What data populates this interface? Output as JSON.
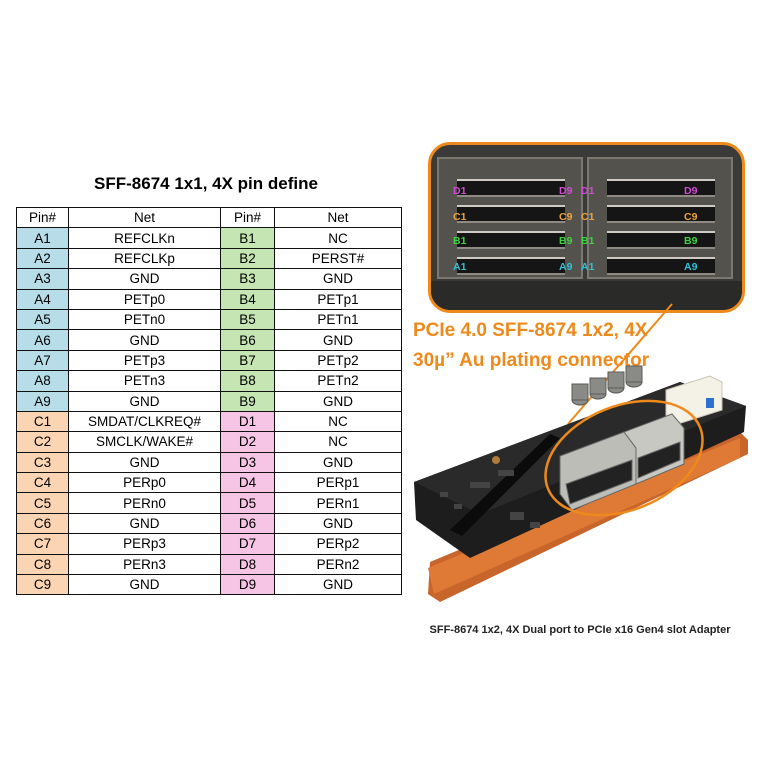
{
  "table": {
    "title": "SFF-8674 1x1, 4X pin define",
    "headers": [
      "Pin#",
      "Net",
      "Pin#",
      "Net"
    ],
    "rows": [
      {
        "pin_left": "A1",
        "net_left": "REFCLKn",
        "pin_right": "B1",
        "net_right": "NC",
        "group_left": "a",
        "group_right": "b"
      },
      {
        "pin_left": "A2",
        "net_left": "REFCLKp",
        "pin_right": "B2",
        "net_right": "PERST#",
        "group_left": "a",
        "group_right": "b"
      },
      {
        "pin_left": "A3",
        "net_left": "GND",
        "pin_right": "B3",
        "net_right": "GND",
        "group_left": "a",
        "group_right": "b"
      },
      {
        "pin_left": "A4",
        "net_left": "PETp0",
        "pin_right": "B4",
        "net_right": "PETp1",
        "group_left": "a",
        "group_right": "b"
      },
      {
        "pin_left": "A5",
        "net_left": "PETn0",
        "pin_right": "B5",
        "net_right": "PETn1",
        "group_left": "a",
        "group_right": "b"
      },
      {
        "pin_left": "A6",
        "net_left": "GND",
        "pin_right": "B6",
        "net_right": "GND",
        "group_left": "a",
        "group_right": "b"
      },
      {
        "pin_left": "A7",
        "net_left": "PETp3",
        "pin_right": "B7",
        "net_right": "PETp2",
        "group_left": "a",
        "group_right": "b"
      },
      {
        "pin_left": "A8",
        "net_left": "PETn3",
        "pin_right": "B8",
        "net_right": "PETn2",
        "group_left": "a",
        "group_right": "b"
      },
      {
        "pin_left": "A9",
        "net_left": "GND",
        "pin_right": "B9",
        "net_right": "GND",
        "group_left": "a",
        "group_right": "b"
      },
      {
        "pin_left": "C1",
        "net_left": "SMDAT/CLKREQ#",
        "pin_right": "D1",
        "net_right": "NC",
        "group_left": "c",
        "group_right": "d"
      },
      {
        "pin_left": "C2",
        "net_left": "SMCLK/WAKE#",
        "pin_right": "D2",
        "net_right": "NC",
        "group_left": "c",
        "group_right": "d"
      },
      {
        "pin_left": "C3",
        "net_left": "GND",
        "pin_right": "D3",
        "net_right": "GND",
        "group_left": "c",
        "group_right": "d"
      },
      {
        "pin_left": "C4",
        "net_left": "PERp0",
        "pin_right": "D4",
        "net_right": "PERp1",
        "group_left": "c",
        "group_right": "d"
      },
      {
        "pin_left": "C5",
        "net_left": "PERn0",
        "pin_right": "D5",
        "net_right": "PERn1",
        "group_left": "c",
        "group_right": "d"
      },
      {
        "pin_left": "C6",
        "net_left": "GND",
        "pin_right": "D6",
        "net_right": "GND",
        "group_left": "c",
        "group_right": "d"
      },
      {
        "pin_left": "C7",
        "net_left": "PERp3",
        "pin_right": "D7",
        "net_right": "PERp2",
        "group_left": "c",
        "group_right": "d"
      },
      {
        "pin_left": "C8",
        "net_left": "PERn3",
        "pin_right": "D8",
        "net_right": "PERn2",
        "group_left": "c",
        "group_right": "d"
      },
      {
        "pin_left": "C9",
        "net_left": "GND",
        "pin_right": "D9",
        "net_right": "GND",
        "group_left": "c",
        "group_right": "d"
      }
    ]
  },
  "connector_zoom": {
    "row_labels": [
      {
        "text": "D1",
        "group": "d"
      },
      {
        "text": "D9",
        "group": "d"
      },
      {
        "text": "C1",
        "group": "c"
      },
      {
        "text": "C9",
        "group": "c"
      },
      {
        "text": "B1",
        "group": "b"
      },
      {
        "text": "B9",
        "group": "b"
      },
      {
        "text": "A1",
        "group": "a"
      },
      {
        "text": "A9",
        "group": "a"
      }
    ]
  },
  "callout": {
    "line1": "PCIe 4.0 SFF-8674 1x2, 4X",
    "line2": "30µ” Au plating connector"
  },
  "caption": "SFF-8674 1x2, 4X Dual port to PCIe x16 Gen4 slot Adapter",
  "colors": {
    "accent": "#ee8a1b",
    "group_a": "#b7dde8",
    "group_b": "#c5e5b3",
    "group_c": "#fbd4b4",
    "group_d": "#f6c5e6"
  }
}
